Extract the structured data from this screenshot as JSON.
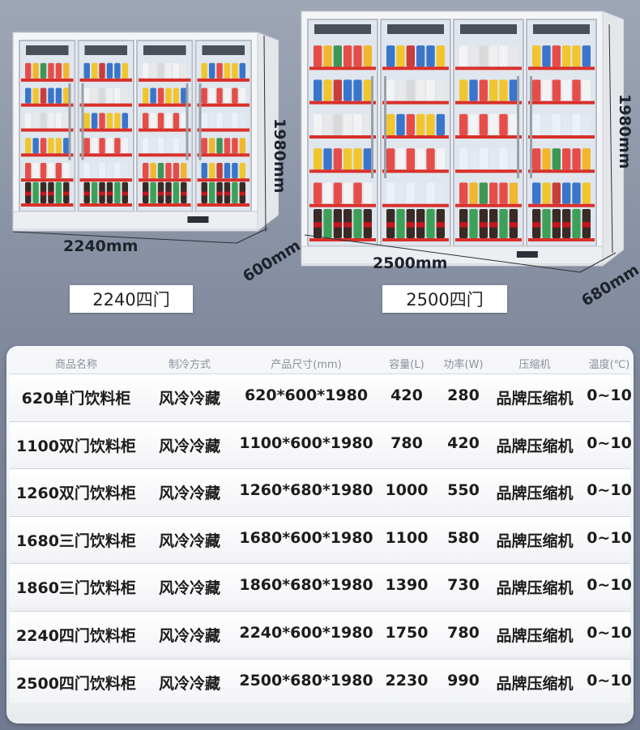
{
  "left_fridge": {
    "width_label": "2240mm",
    "height_label": "1980mm",
    "depth_label": "600mm",
    "caption": "2240四门"
  },
  "right_fridge": {
    "width_label": "2500mm",
    "height_label": "1980mm",
    "depth_label": "680mm",
    "caption": "2500四门"
  },
  "table": {
    "headers": [
      "商品名称",
      "制冷方式",
      "产品尺寸(mm)",
      "容量(L)",
      "功率(W)",
      "压缩机",
      "温度(℃)"
    ],
    "rows": [
      [
        "620单门饮料柜",
        "风冷冷藏",
        "620*600*1980",
        "420",
        "280",
        "品牌压缩机",
        "0~10"
      ],
      [
        "1100双门饮料柜",
        "风冷冷藏",
        "1100*600*1980",
        "780",
        "420",
        "品牌压缩机",
        "0~10"
      ],
      [
        "1260双门饮料柜",
        "风冷冷藏",
        "1260*680*1980",
        "1000",
        "550",
        "品牌压缩机",
        "0~10"
      ],
      [
        "1680三门饮料柜",
        "风冷冷藏",
        "1680*600*1980",
        "1100",
        "580",
        "品牌压缩机",
        "0~10"
      ],
      [
        "1860三门饮料柜",
        "风冷冷藏",
        "1860*680*1980",
        "1390",
        "730",
        "品牌压缩机",
        "0~10"
      ],
      [
        "2240四门饮料柜",
        "风冷冷藏",
        "2240*600*1980",
        "1750",
        "780",
        "品牌压缩机",
        "0~10"
      ],
      [
        "2500四门饮料柜",
        "风冷冷藏",
        "2500*680*1980",
        "2230",
        "990",
        "品牌压缩机",
        "0~10"
      ]
    ]
  },
  "colors": {
    "shelf_red": "#d9302a",
    "bottle_green": "#2e9a4a",
    "cola_red": "#c4161c",
    "cola_black": "#2a1a14",
    "cabinet_white": "#f4f5f7"
  }
}
